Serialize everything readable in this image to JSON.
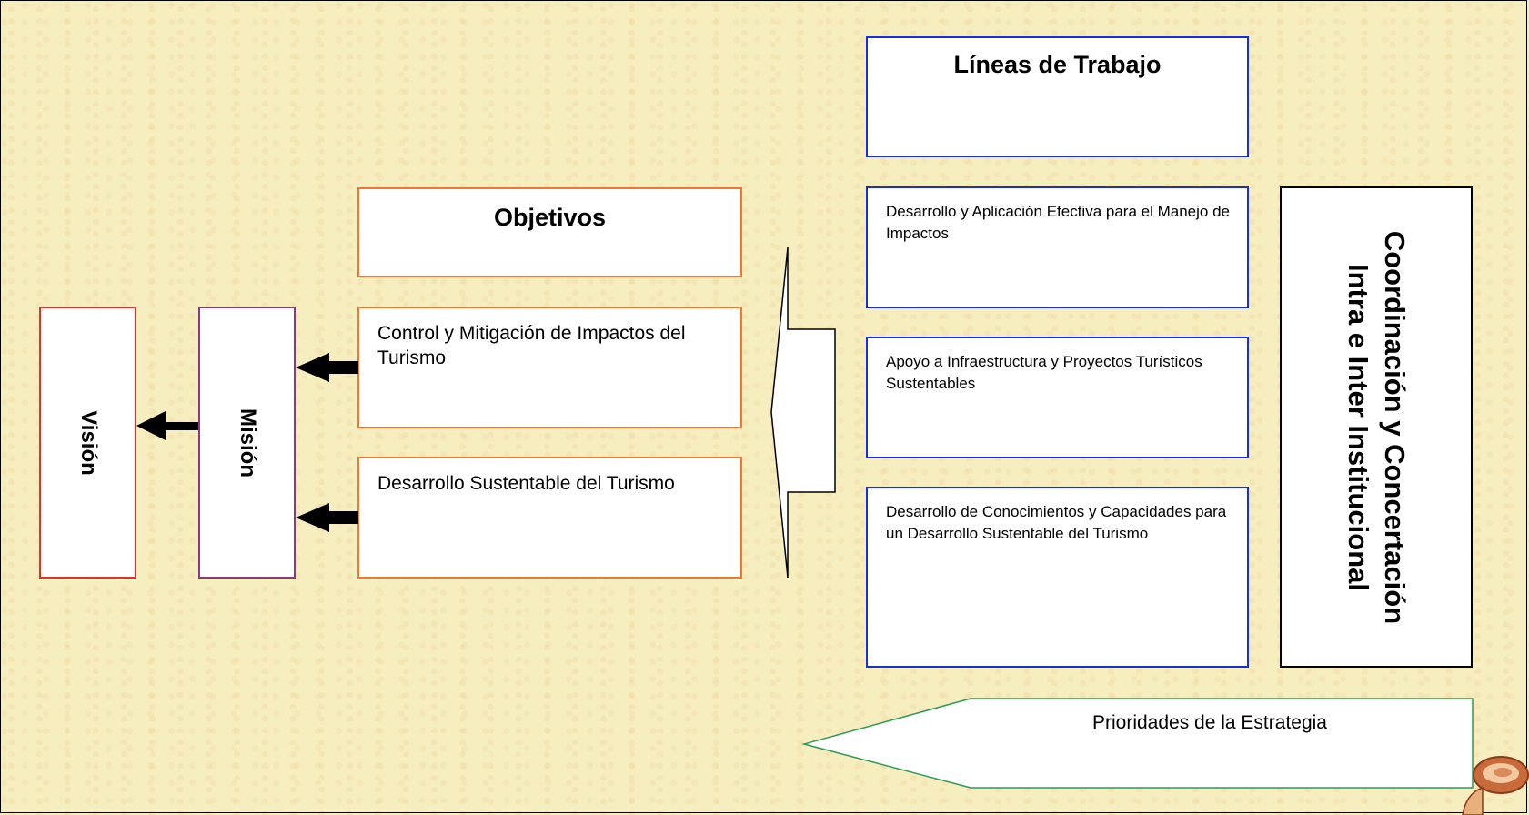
{
  "vision": {
    "label": "Visión"
  },
  "mision": {
    "label": "Misión"
  },
  "objetivos": {
    "title": "Objetivos",
    "items": [
      "Control y Mitigación de Impactos del Turismo",
      "Desarrollo Sustentable del Turismo"
    ]
  },
  "lineas_de_trabajo": {
    "title": "Líneas de Trabajo",
    "items": [
      "Desarrollo y Aplicación Efectiva para el Manejo de Impactos",
      "Apoyo a Infraestructura y Proyectos Turísticos Sustentables",
      "Desarrollo de Conocimientos y Capacidades para un Desarrollo Sustentable del Turismo"
    ]
  },
  "coordinacion": {
    "label": "Coordinación y Concertación Intra e Inter Institucional"
  },
  "prioridades": {
    "label": "Prioridades de la Estrategia"
  },
  "colors": {
    "vision_border": "#e53030",
    "mision_border": "#8b3a7a",
    "objetivos_border": "#f07830",
    "lineas_border": "#1a2ee0",
    "prioridades_border": "#2e9a58",
    "background": "#f7eec0"
  },
  "icons": {
    "corner_decoration": "coffee-cup-icon"
  }
}
